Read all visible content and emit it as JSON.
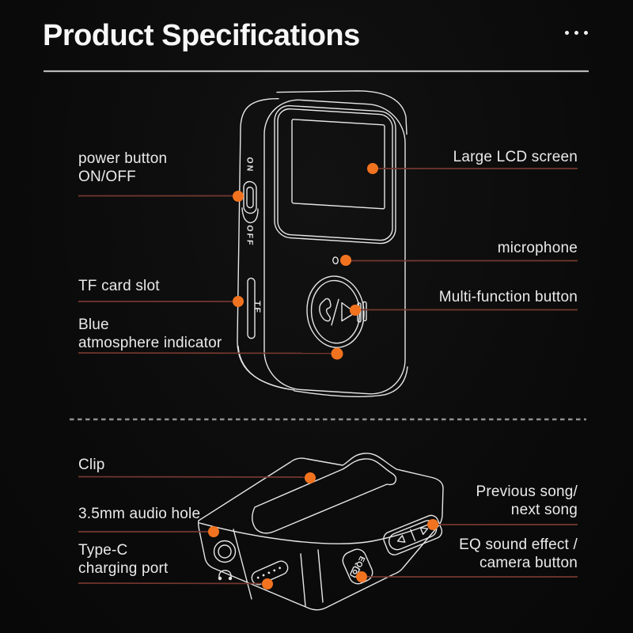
{
  "header": {
    "title": "Product Specifications",
    "menu_icon": "ellipsis-icon"
  },
  "colors": {
    "background": "#0b0b0b",
    "title_text": "#f7f7f7",
    "label_text": "#eaeaea",
    "line_art": "#e6e6e6",
    "leader_line": "#74382f",
    "accent_dot": "#f2731f",
    "title_rule": "#b8b8b8",
    "dashed_divider": "#909090"
  },
  "annotations": {
    "power": {
      "lines": [
        "power button",
        "ON/OFF"
      ]
    },
    "tf": {
      "lines": [
        "TF card slot"
      ]
    },
    "blue": {
      "lines": [
        "Blue",
        "atmosphere indicator"
      ]
    },
    "lcd": {
      "lines": [
        "Large LCD screen"
      ]
    },
    "mic": {
      "lines": [
        "microphone"
      ]
    },
    "multi": {
      "lines": [
        "Multi-function button"
      ]
    },
    "clip": {
      "lines": [
        "Clip"
      ]
    },
    "audio": {
      "lines": [
        "3.5mm audio hole"
      ]
    },
    "typec": {
      "lines": [
        "Type-C",
        "charging port"
      ]
    },
    "prevnext": {
      "lines": [
        "Previous song/",
        "next song"
      ]
    },
    "eq": {
      "lines": [
        "EQ sound effect /",
        "camera button"
      ]
    }
  },
  "device": {
    "power_on": "ON",
    "power_off": "OFF",
    "tf_label": "TF",
    "eq_label": "EQ/"
  }
}
